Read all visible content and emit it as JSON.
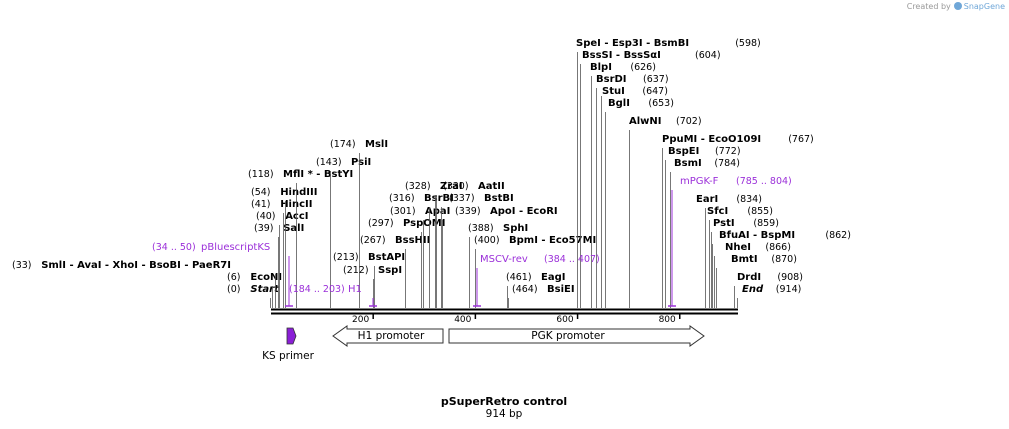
{
  "credit": {
    "prefix": "Created by",
    "brand": "SnapGene"
  },
  "title": "pSuperRetro control",
  "length": "914 bp",
  "scale": {
    "ticks": [
      {
        "pos": 200,
        "label": "200"
      },
      {
        "pos": 400,
        "label": "400"
      },
      {
        "pos": 600,
        "label": "600"
      },
      {
        "pos": 800,
        "label": "800"
      }
    ]
  },
  "sites": [
    {
      "label": "Start",
      "pos": "(0)",
      "italic": true
    },
    {
      "label": "EcoNI",
      "pos": "(6)"
    },
    {
      "label": "SmlI  - AvaI  - XhoI  - BsoBI  - PaeR7I",
      "pos": "(33)"
    },
    {
      "label": "SalI",
      "pos": "(39)"
    },
    {
      "label": "AccI",
      "pos": "(40)"
    },
    {
      "label": "HincII",
      "pos": "(41)"
    },
    {
      "label": "HindIII",
      "pos": "(54)"
    },
    {
      "label": "MflI *  - BstYI",
      "pos": "(118)"
    },
    {
      "label": "PsiI",
      "pos": "(143)"
    },
    {
      "label": "MslI",
      "pos": "(174)"
    },
    {
      "label": "SspI",
      "pos": "(212)"
    },
    {
      "label": "BstAPI",
      "pos": "(213)"
    },
    {
      "label": "BssHII",
      "pos": "(267)"
    },
    {
      "label": "PspOMI",
      "pos": "(297)"
    },
    {
      "label": "ApaI",
      "pos": "(301)"
    },
    {
      "label": "BsrBI",
      "pos": "(316)"
    },
    {
      "label": "ZraI",
      "pos": "(328)"
    },
    {
      "label": "AatII",
      "pos": "(330)"
    },
    {
      "label": "BstBI",
      "pos": "(337)"
    },
    {
      "label": "ApoI  - EcoRI",
      "pos": "(339)"
    },
    {
      "label": "SphI",
      "pos": "(388)"
    },
    {
      "label": "BpmI  - Eco57MI",
      "pos": "(400)"
    },
    {
      "label": "EagI",
      "pos": "(461)"
    },
    {
      "label": "BsiEI",
      "pos": "(464)"
    },
    {
      "label": "SpeI  - Esp3I  - BsmBI",
      "pos": "(598)"
    },
    {
      "label": "BssSI  - BssSαI",
      "pos": "(604)"
    },
    {
      "label": "BlpI",
      "pos": "(626)"
    },
    {
      "label": "BsrDI",
      "pos": "(637)"
    },
    {
      "label": "StuI",
      "pos": "(647)"
    },
    {
      "label": "BglI",
      "pos": "(653)"
    },
    {
      "label": "AlwNI",
      "pos": "(702)"
    },
    {
      "label": "PpuMI  - EcoO109I",
      "pos": "(767)"
    },
    {
      "label": "BspEI",
      "pos": "(772)"
    },
    {
      "label": "BsmI",
      "pos": "(784)"
    },
    {
      "label": "EarI",
      "pos": "(834)"
    },
    {
      "label": "SfcI",
      "pos": "(855)"
    },
    {
      "label": "PstI",
      "pos": "(859)"
    },
    {
      "label": "BfuAI  - BspMI",
      "pos": "(862)"
    },
    {
      "label": "NheI",
      "pos": "(866)"
    },
    {
      "label": "BmtI",
      "pos": "(870)"
    },
    {
      "label": "DrdI",
      "pos": "(908)"
    },
    {
      "label": "End",
      "pos": "(914)",
      "italic": true
    }
  ],
  "primers": [
    {
      "name": "pBluescriptKS",
      "range": "(34 .. 50)"
    },
    {
      "name": "H1",
      "range": "(184 .. 203)"
    },
    {
      "name": "MSCV-rev",
      "range": "(384 .. 407)"
    },
    {
      "name": "mPGK-F",
      "range": "(785 .. 804)"
    }
  ],
  "features": [
    {
      "name": "H1 promoter",
      "direction": "reverse"
    },
    {
      "name": "PGK promoter",
      "direction": "forward"
    },
    {
      "name": "KS primer",
      "color": "#8a1fd6"
    }
  ],
  "colors": {
    "primer": "#9b30d9",
    "feature_fill": "#8a1fd6",
    "backbone": "#000000"
  }
}
